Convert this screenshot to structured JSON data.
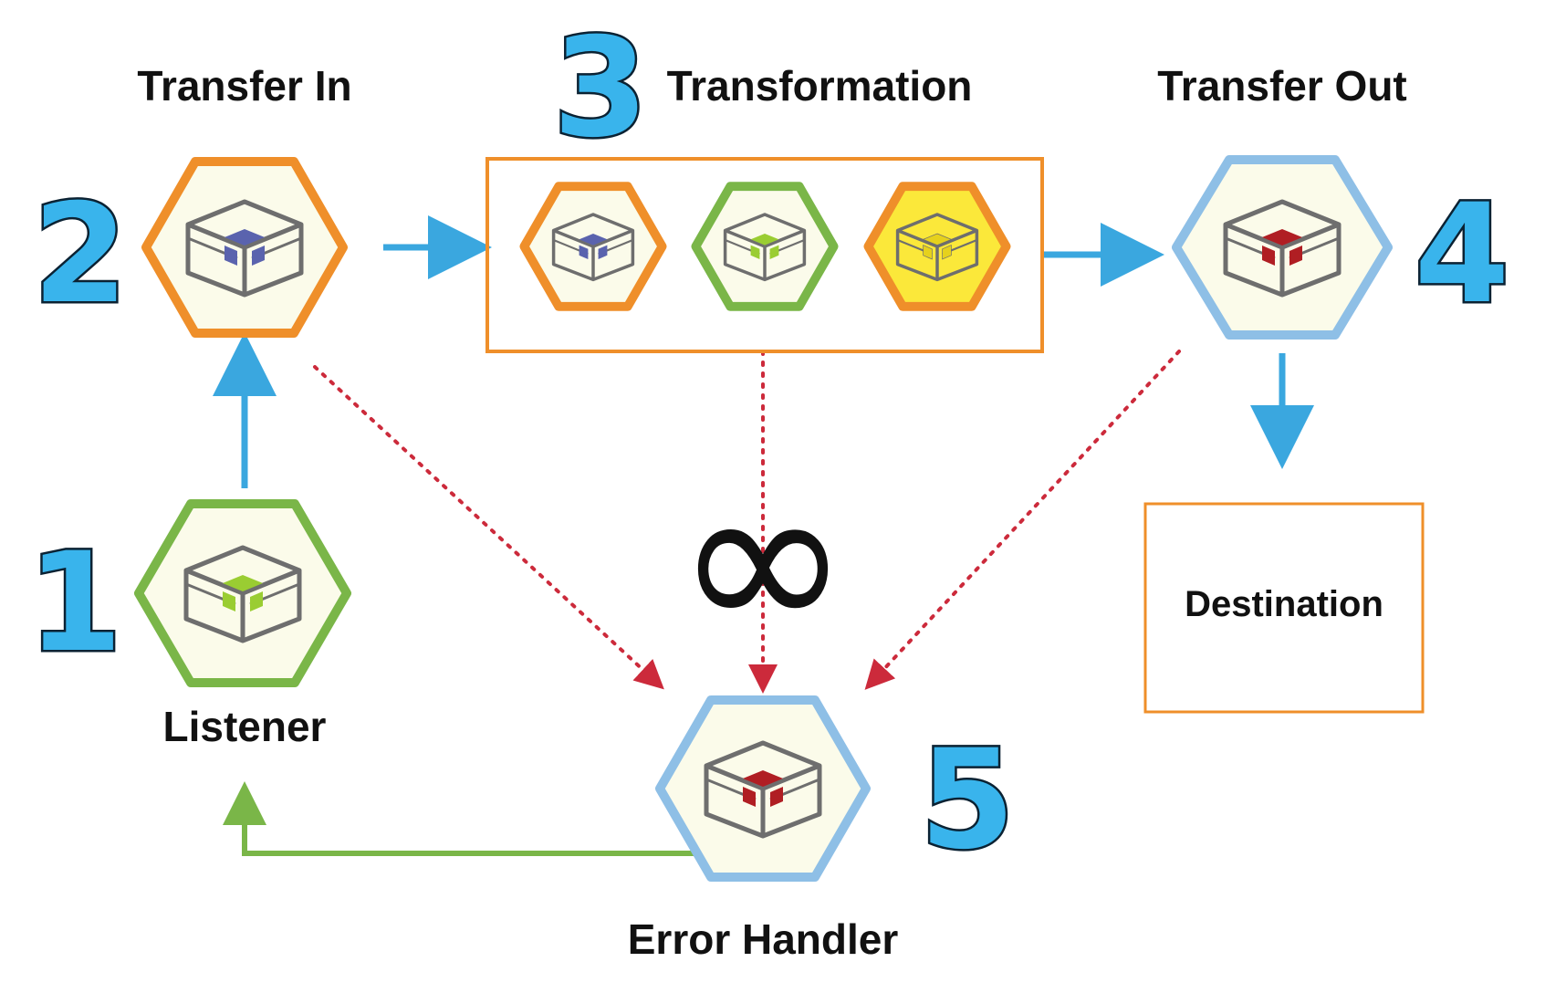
{
  "labels": {
    "transfer_in": "Transfer In",
    "transformation": "Transformation",
    "transfer_out": "Transfer Out",
    "listener": "Listener",
    "error_handler": "Error Handler",
    "destination": "Destination"
  },
  "numbers": {
    "n1": "1",
    "n2": "2",
    "n3": "3",
    "n4": "4",
    "n5": "5"
  },
  "symbols": {
    "loop": "∞"
  },
  "icons": {
    "node": "package-box-icon"
  },
  "colors": {
    "orange": "#ef8f2a",
    "green": "#7ab648",
    "light_blue": "#8ebfe6",
    "yellow_fill": "#fbe83a",
    "hex_fill": "#fbfbea",
    "flow_arrow": "#3aa7df",
    "error_arrow": "#cc2a3b",
    "return_arrow": "#7ab648",
    "box_stroke": "#6e6e6e",
    "cube_blue": "#5a63ae",
    "cube_green": "#9acd32",
    "cube_yellow": "#e6d11c",
    "cube_red": "#b01e23"
  }
}
